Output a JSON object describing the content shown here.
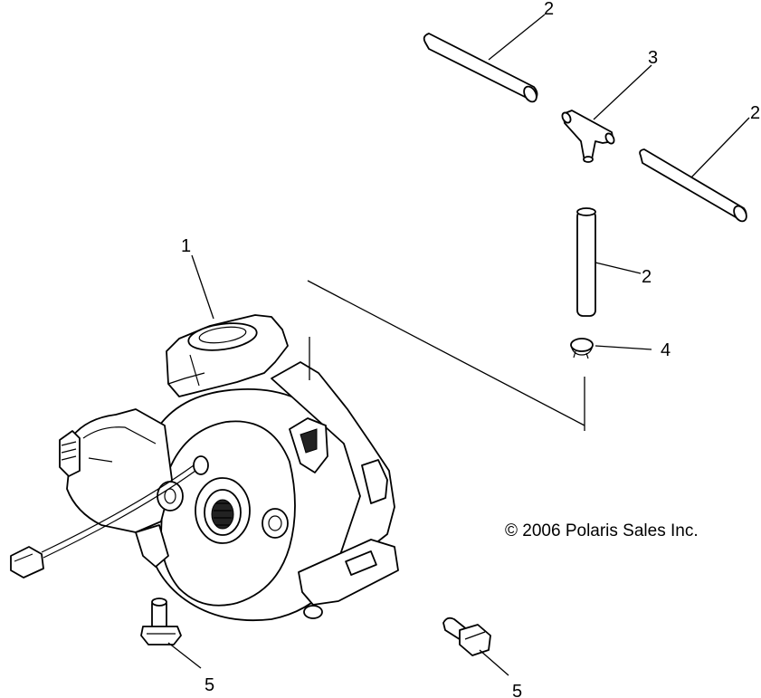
{
  "callouts": {
    "c1": "1",
    "c2a": "2",
    "c2b": "2",
    "c2c": "2",
    "c3": "3",
    "c4": "4",
    "c5a": "5",
    "c5b": "5"
  },
  "copyright": "© 2006 Polaris Sales Inc."
}
